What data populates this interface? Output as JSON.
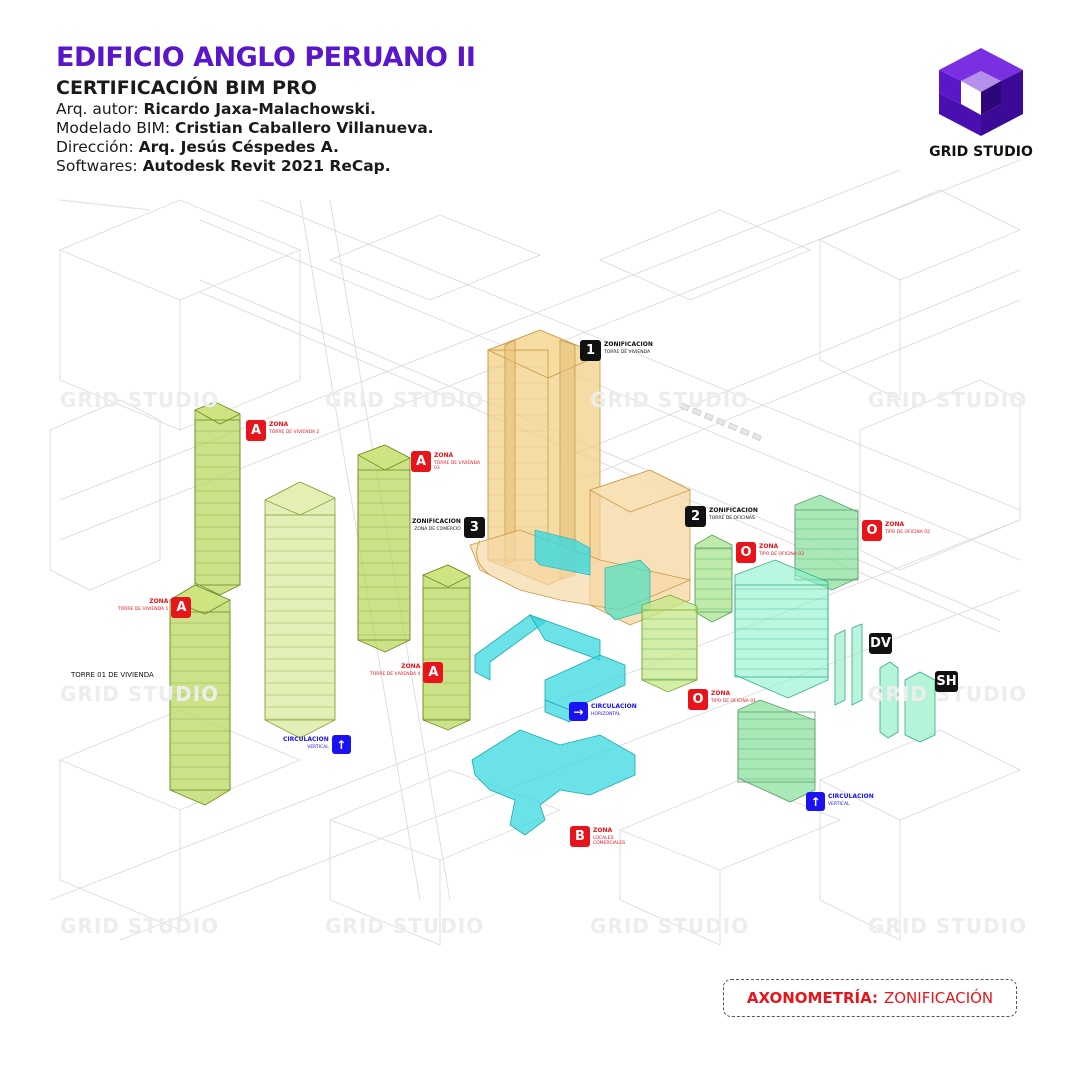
{
  "header": {
    "title": "EDIFICIO ANGLO PERUANO II",
    "subtitle": "CERTIFICACIÓN BIM PRO",
    "credits": [
      {
        "label": "Arq. autor: ",
        "value": "Ricardo Jaxa-Malachowski."
      },
      {
        "label": "Modelado BIM: ",
        "value": "Cristian Caballero Villanueva."
      },
      {
        "label": "Dirección: ",
        "value": "Arq. Jesús Céspedes A."
      },
      {
        "label": "Softwares: ",
        "value": "Autodesk Revit 2021 ReCap."
      }
    ]
  },
  "logo": {
    "text": "GRID STUDIO",
    "color": "#5a16c9",
    "icon": "grid-studio-cube-logo"
  },
  "watermark": {
    "text": "GRID STUDIO"
  },
  "labels": {
    "zona_a_torre2": {
      "badge": "A",
      "heading": "ZONA",
      "sub": "TORRE DE VIVIENDA 2"
    },
    "zona_a_torre3": {
      "badge": "A",
      "heading": "ZONA",
      "sub": "TORRE DE VIVIENDA 03"
    },
    "zona_a_torre1": {
      "badge": "A",
      "heading": "ZONA",
      "sub": "TORRE DE VIVIENDA 1"
    },
    "zona_a_torre4": {
      "badge": "A",
      "heading": "ZONA",
      "sub": "TORRE DE VIVIENDA 4"
    },
    "zonif_1": {
      "badge": "1",
      "heading": "ZONIFICACION",
      "sub": "TORRE DE VIVIENDA"
    },
    "zonif_2": {
      "badge": "2",
      "heading": "ZONIFICACION",
      "sub": "TORRE DE OFICINAS"
    },
    "zonif_3": {
      "badge": "3",
      "heading": "ZONIFICACION",
      "sub": "ZONA DE COMERCIO"
    },
    "zona_o_03": {
      "badge": "O",
      "heading": "ZONA",
      "sub": "TIPO DE OFICINA 03"
    },
    "zona_o_02": {
      "badge": "O",
      "heading": "ZONA",
      "sub": "TIPO DE OFICINA 02"
    },
    "zona_o_01": {
      "badge": "O",
      "heading": "ZONA",
      "sub": "TIPO DE OFICINA 01"
    },
    "zona_b": {
      "badge": "B",
      "heading": "ZONA",
      "sub": "LOCALES COMERCIALES"
    },
    "circ_vertical_1": {
      "badge": "↑",
      "heading": "CIRCULACION",
      "sub": "VERTICAL"
    },
    "circ_horizontal": {
      "badge": "→",
      "heading": "CIRCULACION",
      "sub": "HORIZONTAL"
    },
    "circ_vertical_2": {
      "badge": "↑",
      "heading": "CIRCULACION",
      "sub": "VERTICAL"
    },
    "dv": {
      "badge": "DV"
    },
    "sh": {
      "badge": "SH"
    },
    "torre01": {
      "text": "TORRE 01 DE VIVIENDA"
    }
  },
  "footer": {
    "label": "AXONOMETRÍA:",
    "value": "ZONIFICACIÓN"
  },
  "colors": {
    "accent": "#5a16c9",
    "zone_red": "#e8141b",
    "circulation_blue": "#1a12f0",
    "residential_green": "#b6d656",
    "tower_orange": "#f2cf86",
    "circulation_cyan": "#3ad8df",
    "office_green": "#86e8b4"
  }
}
